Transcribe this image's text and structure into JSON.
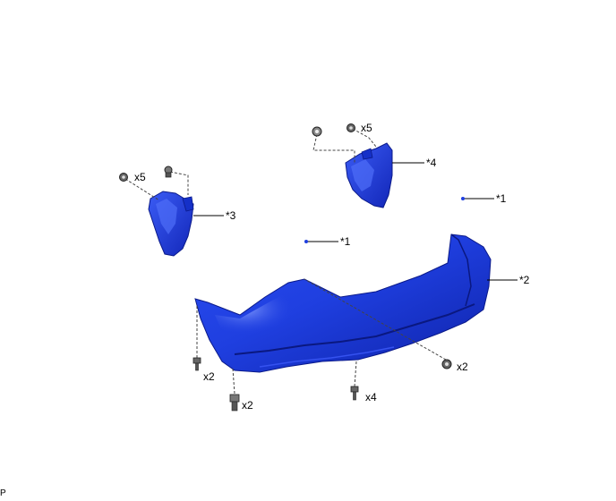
{
  "callouts": {
    "c1a": "*1",
    "c1b": "*1",
    "c2": "*2",
    "c3": "*3",
    "c4": "*4"
  },
  "quantities": {
    "left_bracket_clips": "x5",
    "right_bracket_clips": "x5",
    "left_lower_screws": "x2",
    "left_bottom_bolts": "x2",
    "center_bolts": "x4",
    "right_screws": "x2"
  },
  "corner_mark": "P",
  "colors": {
    "part_blue": "#1f3fe0",
    "part_highlight": "#5a7cff",
    "part_shadow": "#0e22a8",
    "fastener_gray": "#555555"
  }
}
